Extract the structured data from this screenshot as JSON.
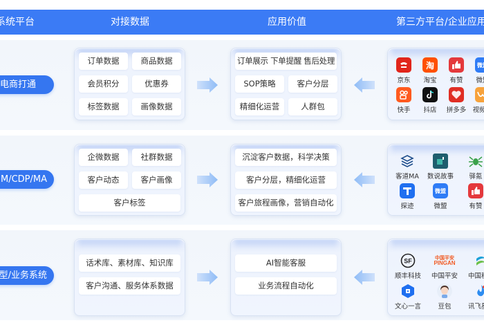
{
  "header": {
    "col1": "系统平台",
    "col2": "对接数据",
    "col3": "应用价值",
    "col4": "第三方平台/企业应用"
  },
  "rows": [
    {
      "pill": "电商打通",
      "data": [
        "订单数据",
        "商品数据",
        "会员积分",
        "优惠券",
        "标签数据",
        "画像数据"
      ],
      "values": [
        "订单展示 下单提醒 售后处理",
        "SOP策略",
        "客户分层",
        "精细化运营",
        "人群包"
      ],
      "apps": [
        {
          "label": "京东",
          "icon": "jd-icon",
          "color": "#e1251b"
        },
        {
          "label": "淘宝",
          "icon": "taobao-icon",
          "color": "#ff5000"
        },
        {
          "label": "有赞",
          "icon": "youzan-icon",
          "color": "#e4393c"
        },
        {
          "label": "微盟",
          "icon": "weimob-icon",
          "color": "#2f7cf6"
        },
        {
          "label": "快手",
          "icon": "kuaishou-icon",
          "color": "#ff5a1f"
        },
        {
          "label": "抖店",
          "icon": "douyin-icon",
          "color": "#111111"
        },
        {
          "label": "拼多多",
          "icon": "pinduoduo-icon",
          "color": "#e02e24"
        },
        {
          "label": "视频号",
          "icon": "channels-icon",
          "color": "#f7a23b"
        }
      ]
    },
    {
      "pill": "M/CDP/MA",
      "data": [
        "企微数据",
        "社群数据",
        "客户动态",
        "客户画像",
        "客户标签"
      ],
      "values": [
        "沉淀客户数据，科学决策",
        "客户分层，精细化运营",
        "客户旅程画像，营销自动化"
      ],
      "apps": [
        {
          "label": "客道MA",
          "icon": "kedao-icon",
          "color": "#1f4e8c"
        },
        {
          "label": "数说故事",
          "icon": "datastory-icon",
          "color": "#1f5e6e"
        },
        {
          "label": "驿氪",
          "icon": "yike-icon",
          "color": "#3aa14a"
        },
        {
          "label": "探迹",
          "icon": "tanji-icon",
          "color": "#1f6ff0"
        },
        {
          "label": "微盟",
          "icon": "weimob-icon",
          "color": "#2f7cf6"
        },
        {
          "label": "有赞",
          "icon": "youzan-icon",
          "color": "#e4393c"
        }
      ]
    },
    {
      "pill": "型/业务系统",
      "data": [
        "话术库、素材库、知识库",
        "客户沟通、服务体系数据"
      ],
      "values": [
        "AI智能客服",
        "业务流程自动化"
      ],
      "apps": [
        {
          "label": "顺丰科技",
          "icon": "sf-icon",
          "color": "#222222"
        },
        {
          "label": "中国平安",
          "icon": "pingan-icon",
          "color": "#f15a22"
        },
        {
          "label": "中国移动",
          "icon": "chinamobile-icon",
          "color": "#1aa0d8"
        },
        {
          "label": "文心一言",
          "icon": "wenxin-icon",
          "color": "#1f6ff0"
        },
        {
          "label": "豆包",
          "icon": "doubao-icon",
          "color": "#6b4a3a"
        },
        {
          "label": "讯飞星火",
          "icon": "xinghuo-icon",
          "color": "#2d8cf0"
        }
      ]
    }
  ],
  "colors": {
    "header": "#3b7bf5",
    "pill": "#3576f0",
    "row_bg": "#f3f7fc",
    "arrow": "#9cc4f7"
  }
}
